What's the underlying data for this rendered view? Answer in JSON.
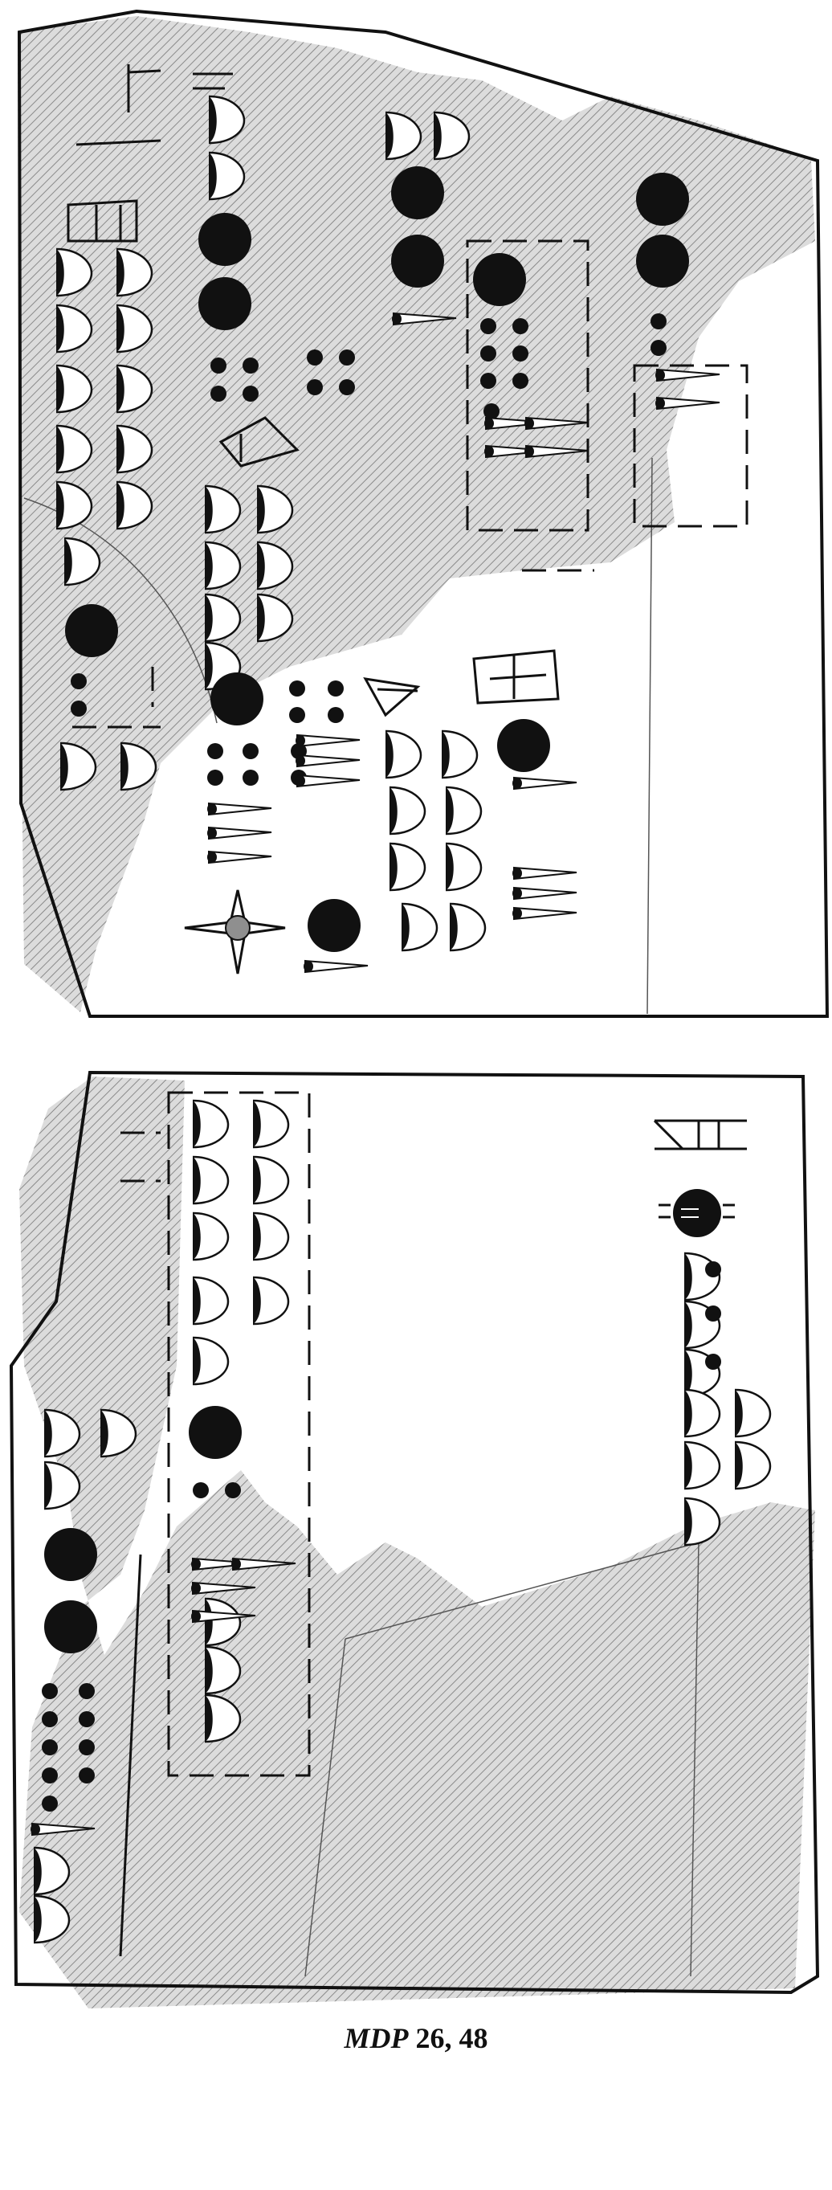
{
  "figure": {
    "caption_italic": "MDP",
    "caption_rest": " 26, 48"
  },
  "colors": {
    "ink": "#111111",
    "hatch": "#bdbdbd",
    "hatch_line": "#8a8a8a",
    "accent_gray": "#8f8f8f"
  },
  "obverse": {
    "signs": [
      "circle-large",
      "circle-small",
      "crescent-cup",
      "cone",
      "hatched-box-sign",
      "star-sign"
    ]
  },
  "reverse": {
    "signs": [
      "circle-large",
      "circle-small",
      "crescent-cup",
      "cone",
      "sun-sign"
    ]
  }
}
